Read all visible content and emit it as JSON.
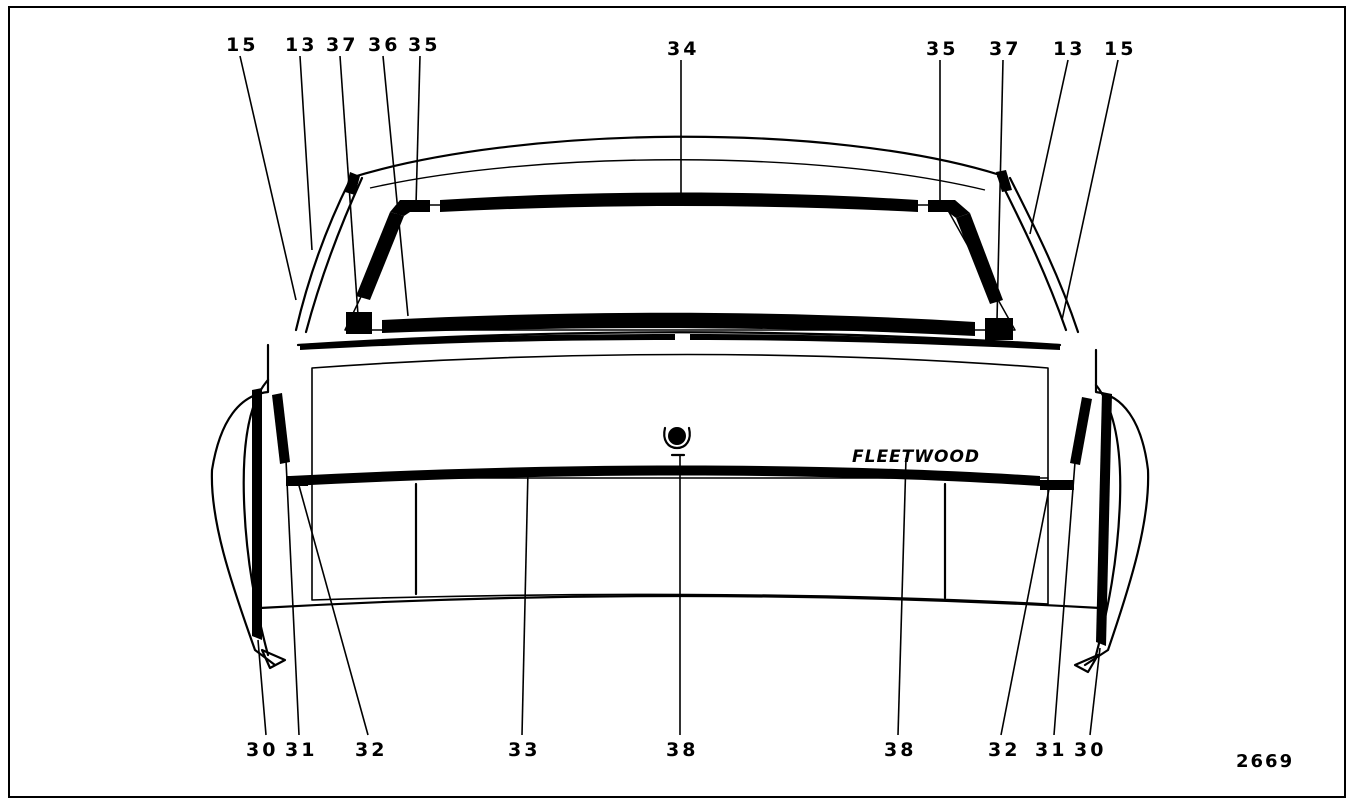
{
  "diagram": {
    "badge_text": "FLEETWOOD",
    "figure_number": "2669",
    "labels": {
      "top_left_15": "15",
      "top_left_13": "13",
      "top_left_37": "37",
      "top_36": "36",
      "top_left_35": "35",
      "top_34": "34",
      "top_right_35": "35",
      "top_right_37": "37",
      "top_right_13": "13",
      "top_right_15": "15",
      "bottom_left_30": "30",
      "bottom_left_31": "31",
      "bottom_left_32": "32",
      "bottom_33": "33",
      "bottom_38_center": "38",
      "bottom_38_right": "38",
      "bottom_right_32": "32",
      "bottom_right_31": "31",
      "bottom_right_30": "30"
    }
  }
}
